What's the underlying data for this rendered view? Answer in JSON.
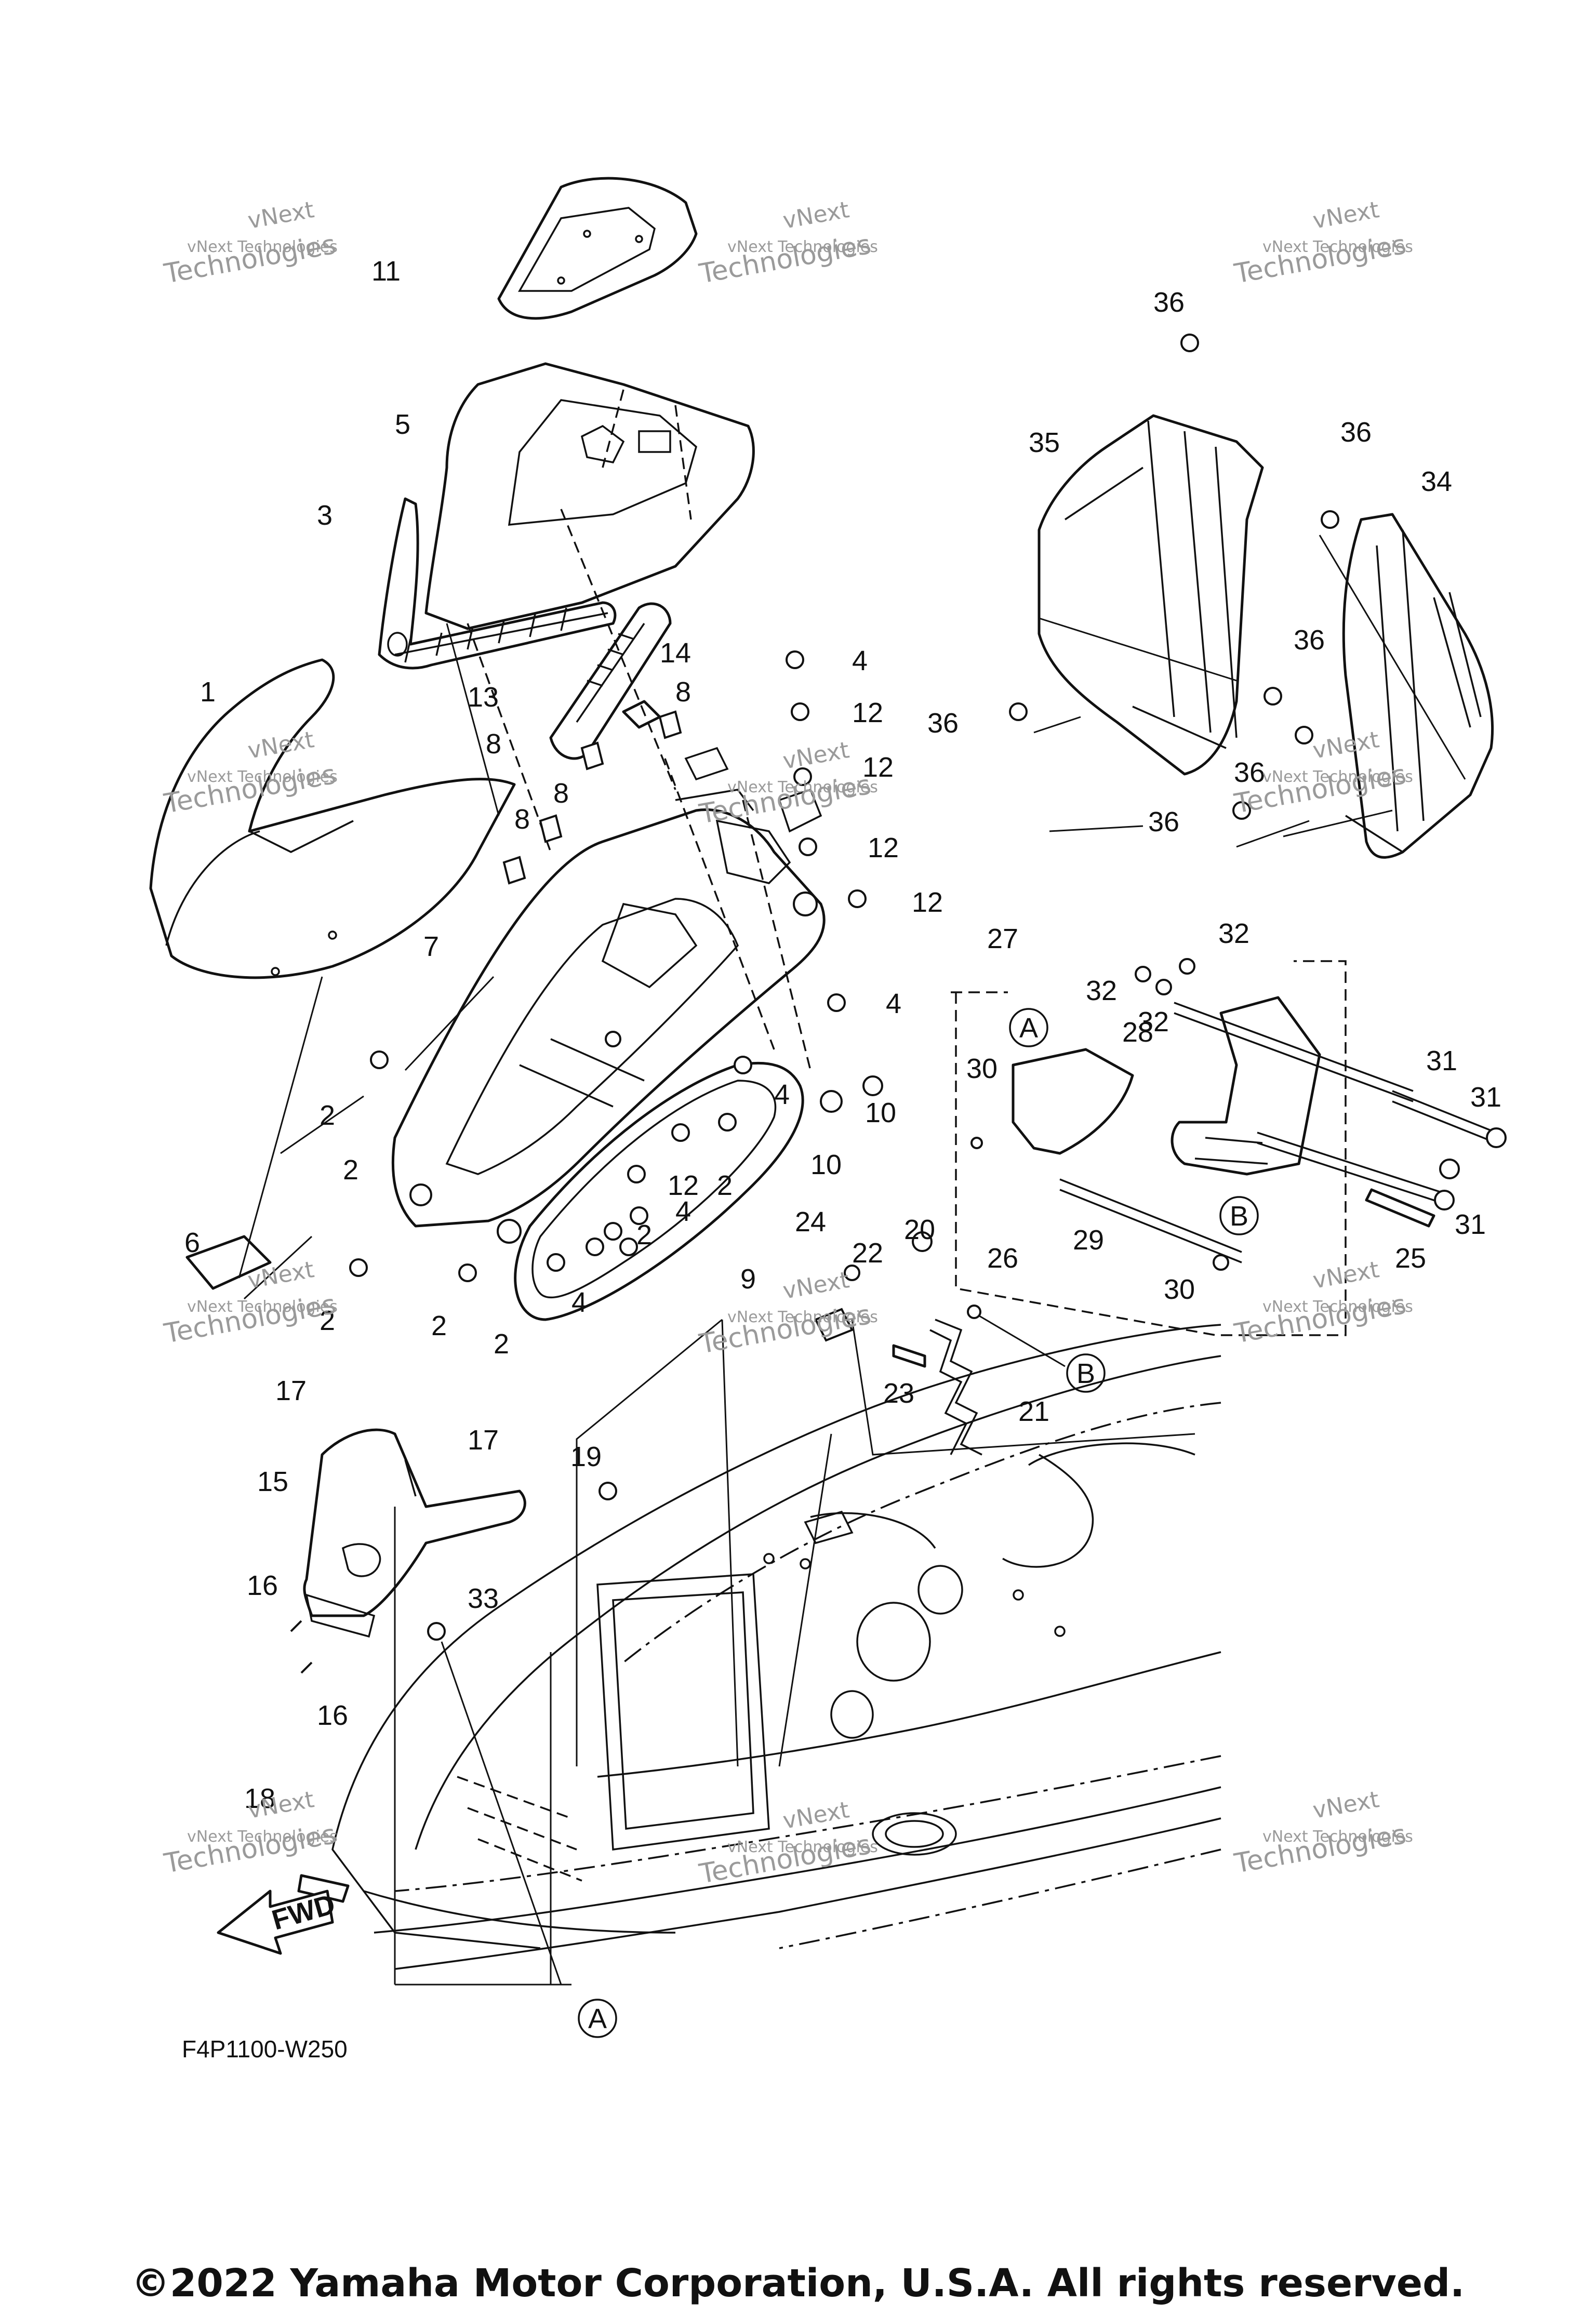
{
  "diagram": {
    "code": "F4P1100-W250",
    "copyright": "©2022 Yamaha Motor Corporation, U.S.A. All rights reserved.",
    "watermark": {
      "line1": "vNext Technologies",
      "line2": "vNext",
      "line3": "Technologies"
    },
    "fwd_label": "FWD",
    "ref_letters": {
      "a": "A",
      "b": "B"
    }
  },
  "callouts": [
    "1",
    "2",
    "3",
    "4",
    "5",
    "6",
    "7",
    "8",
    "9",
    "10",
    "11",
    "12",
    "13",
    "14",
    "15",
    "16",
    "17",
    "18",
    "19",
    "20",
    "21",
    "22",
    "23",
    "24",
    "25",
    "26",
    "27",
    "28",
    "29",
    "30",
    "31",
    "32",
    "33",
    "34",
    "35",
    "36"
  ]
}
